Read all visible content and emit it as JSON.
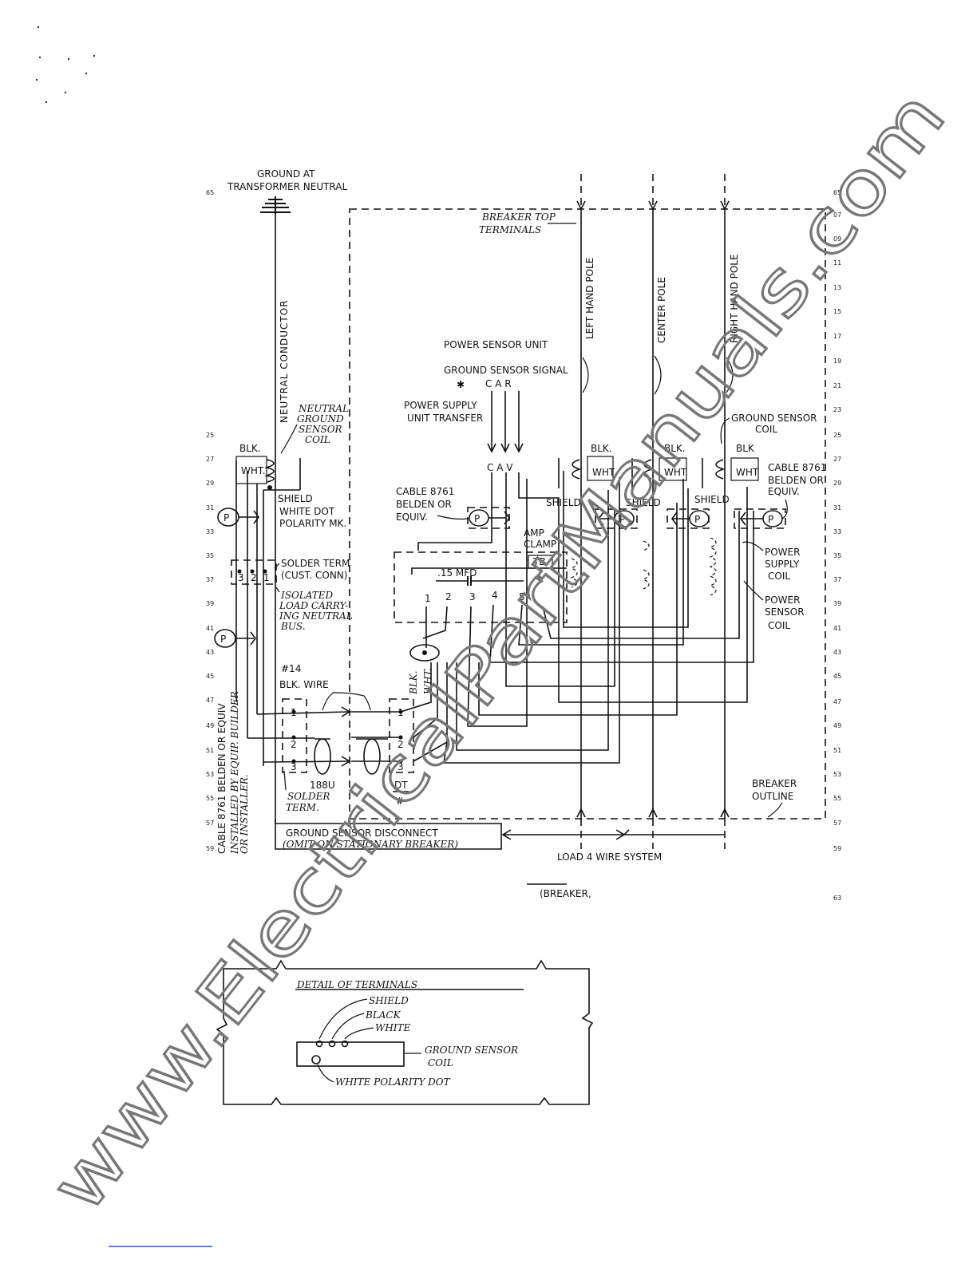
{
  "diagram": {
    "ground_label_1": "GROUND AT",
    "ground_label_2": "TRANSFORMER NEUTRAL",
    "neutral_conductor": "NEUTRAL CONDUCTOR",
    "breaker_top_1": "BREAKER TOP",
    "breaker_top_2": "TERMINALS",
    "left_pole": "LEFT HAND POLE",
    "center_pole": "CENTER POLE",
    "right_pole": "RIGHT HAND POLE",
    "power_sensor_unit": "POWER SENSOR UNIT",
    "ground_sensor_signal": "GROUND SENSOR SIGNAL",
    "car": "C A R",
    "asterisk": "✱",
    "psu_transfer_1": "POWER SUPPLY",
    "psu_transfer_2": "UNIT TRANSFER",
    "cav": "C A V",
    "neutral_gs_coil": [
      "NEUTRAL",
      "GROUND",
      "SENSOR",
      "COIL"
    ],
    "ground_sensor_coil_1": "GROUND SENSOR",
    "ground_sensor_coil_2": "COIL",
    "blk": "BLK.",
    "blk2": "BLK",
    "wht": "WHT.",
    "wht2": "WHT",
    "shield": "SHIELD",
    "white_dot_1": "WHITE DOT",
    "white_dot_2": "POLARITY MK.",
    "cable_left": [
      "CABLE 8761",
      "BELDEN OR",
      "EQUIV."
    ],
    "cable_right": [
      "CABLE 8761",
      "BELDEN OR",
      "EQUIV."
    ],
    "p": "P",
    "amp_clamp_1": "AMP",
    "amp_clamp_2": "CLAMP",
    "tb": "TB",
    "mfd": ".15 MFD",
    "tb_numbers": [
      "1",
      "2",
      "3",
      "4",
      "5"
    ],
    "solder_term": [
      "SOLDER TERM",
      "(CUST. CONN)"
    ],
    "terminal_numbers": [
      "3",
      "2",
      "1"
    ],
    "isolated_bus": [
      "ISOLATED",
      "LOAD CARRY-",
      "ING NEUTRAL",
      "BUS."
    ],
    "power_supply_coil": [
      "POWER",
      "SUPPLY",
      "COIL"
    ],
    "power_sensor_coil": [
      "POWER",
      "SENSOR",
      "COIL"
    ],
    "wire14": "#14",
    "blk_wire": "BLK. WIRE",
    "disc_numbers": [
      "1",
      "2",
      "3"
    ],
    "dt_numbers": [
      "1",
      "2",
      "3"
    ],
    "blk_wht": [
      "BLK.",
      "WHT."
    ],
    "solder_term2": [
      "SOLDER",
      "TERM."
    ],
    "label_188u": "188U",
    "dt": "DT",
    "hash": "#",
    "cable_bottom": [
      "CABLE 8761 BELDEN OR EQUIV",
      "INSTALLED BY EQUIP. BUILDER",
      "OR INSTALLER."
    ],
    "breaker_outline_1": "BREAKER",
    "breaker_outline_2": "OUTLINE",
    "gs_disconnect_1": "GROUND SENSOR DISCONNECT",
    "gs_disconnect_2": "(OMIT ON STATIONARY BREAKER)",
    "load_system": "LOAD   4 WIRE SYSTEM",
    "breaker_label": "(BREAKER,",
    "left_margin_numbers": [
      "65",
      "25",
      "27",
      "29",
      "31",
      "33",
      "35",
      "37",
      "39",
      "41",
      "43",
      "45",
      "47",
      "49",
      "51",
      "53",
      "55",
      "57",
      "59"
    ],
    "right_margin_numbers": [
      "65",
      "07",
      "09",
      "11",
      "13",
      "15",
      "17",
      "19",
      "21",
      "23",
      "25",
      "27",
      "29",
      "31",
      "33",
      "35",
      "37",
      "39",
      "41",
      "43",
      "45",
      "47",
      "49",
      "51",
      "53",
      "55",
      "57",
      "59",
      "63"
    ]
  },
  "detail": {
    "title": "DETAIL OF TERMINALS",
    "shield": "SHIELD",
    "black": "BLACK",
    "white": "WHITE",
    "ground_sensor_coil_1": "GROUND SENSOR",
    "ground_sensor_coil_2": "COIL",
    "white_polarity_dot": "WHITE POLARITY DOT"
  },
  "watermark": {
    "text": "www.ElectricalPartManuals.com"
  }
}
